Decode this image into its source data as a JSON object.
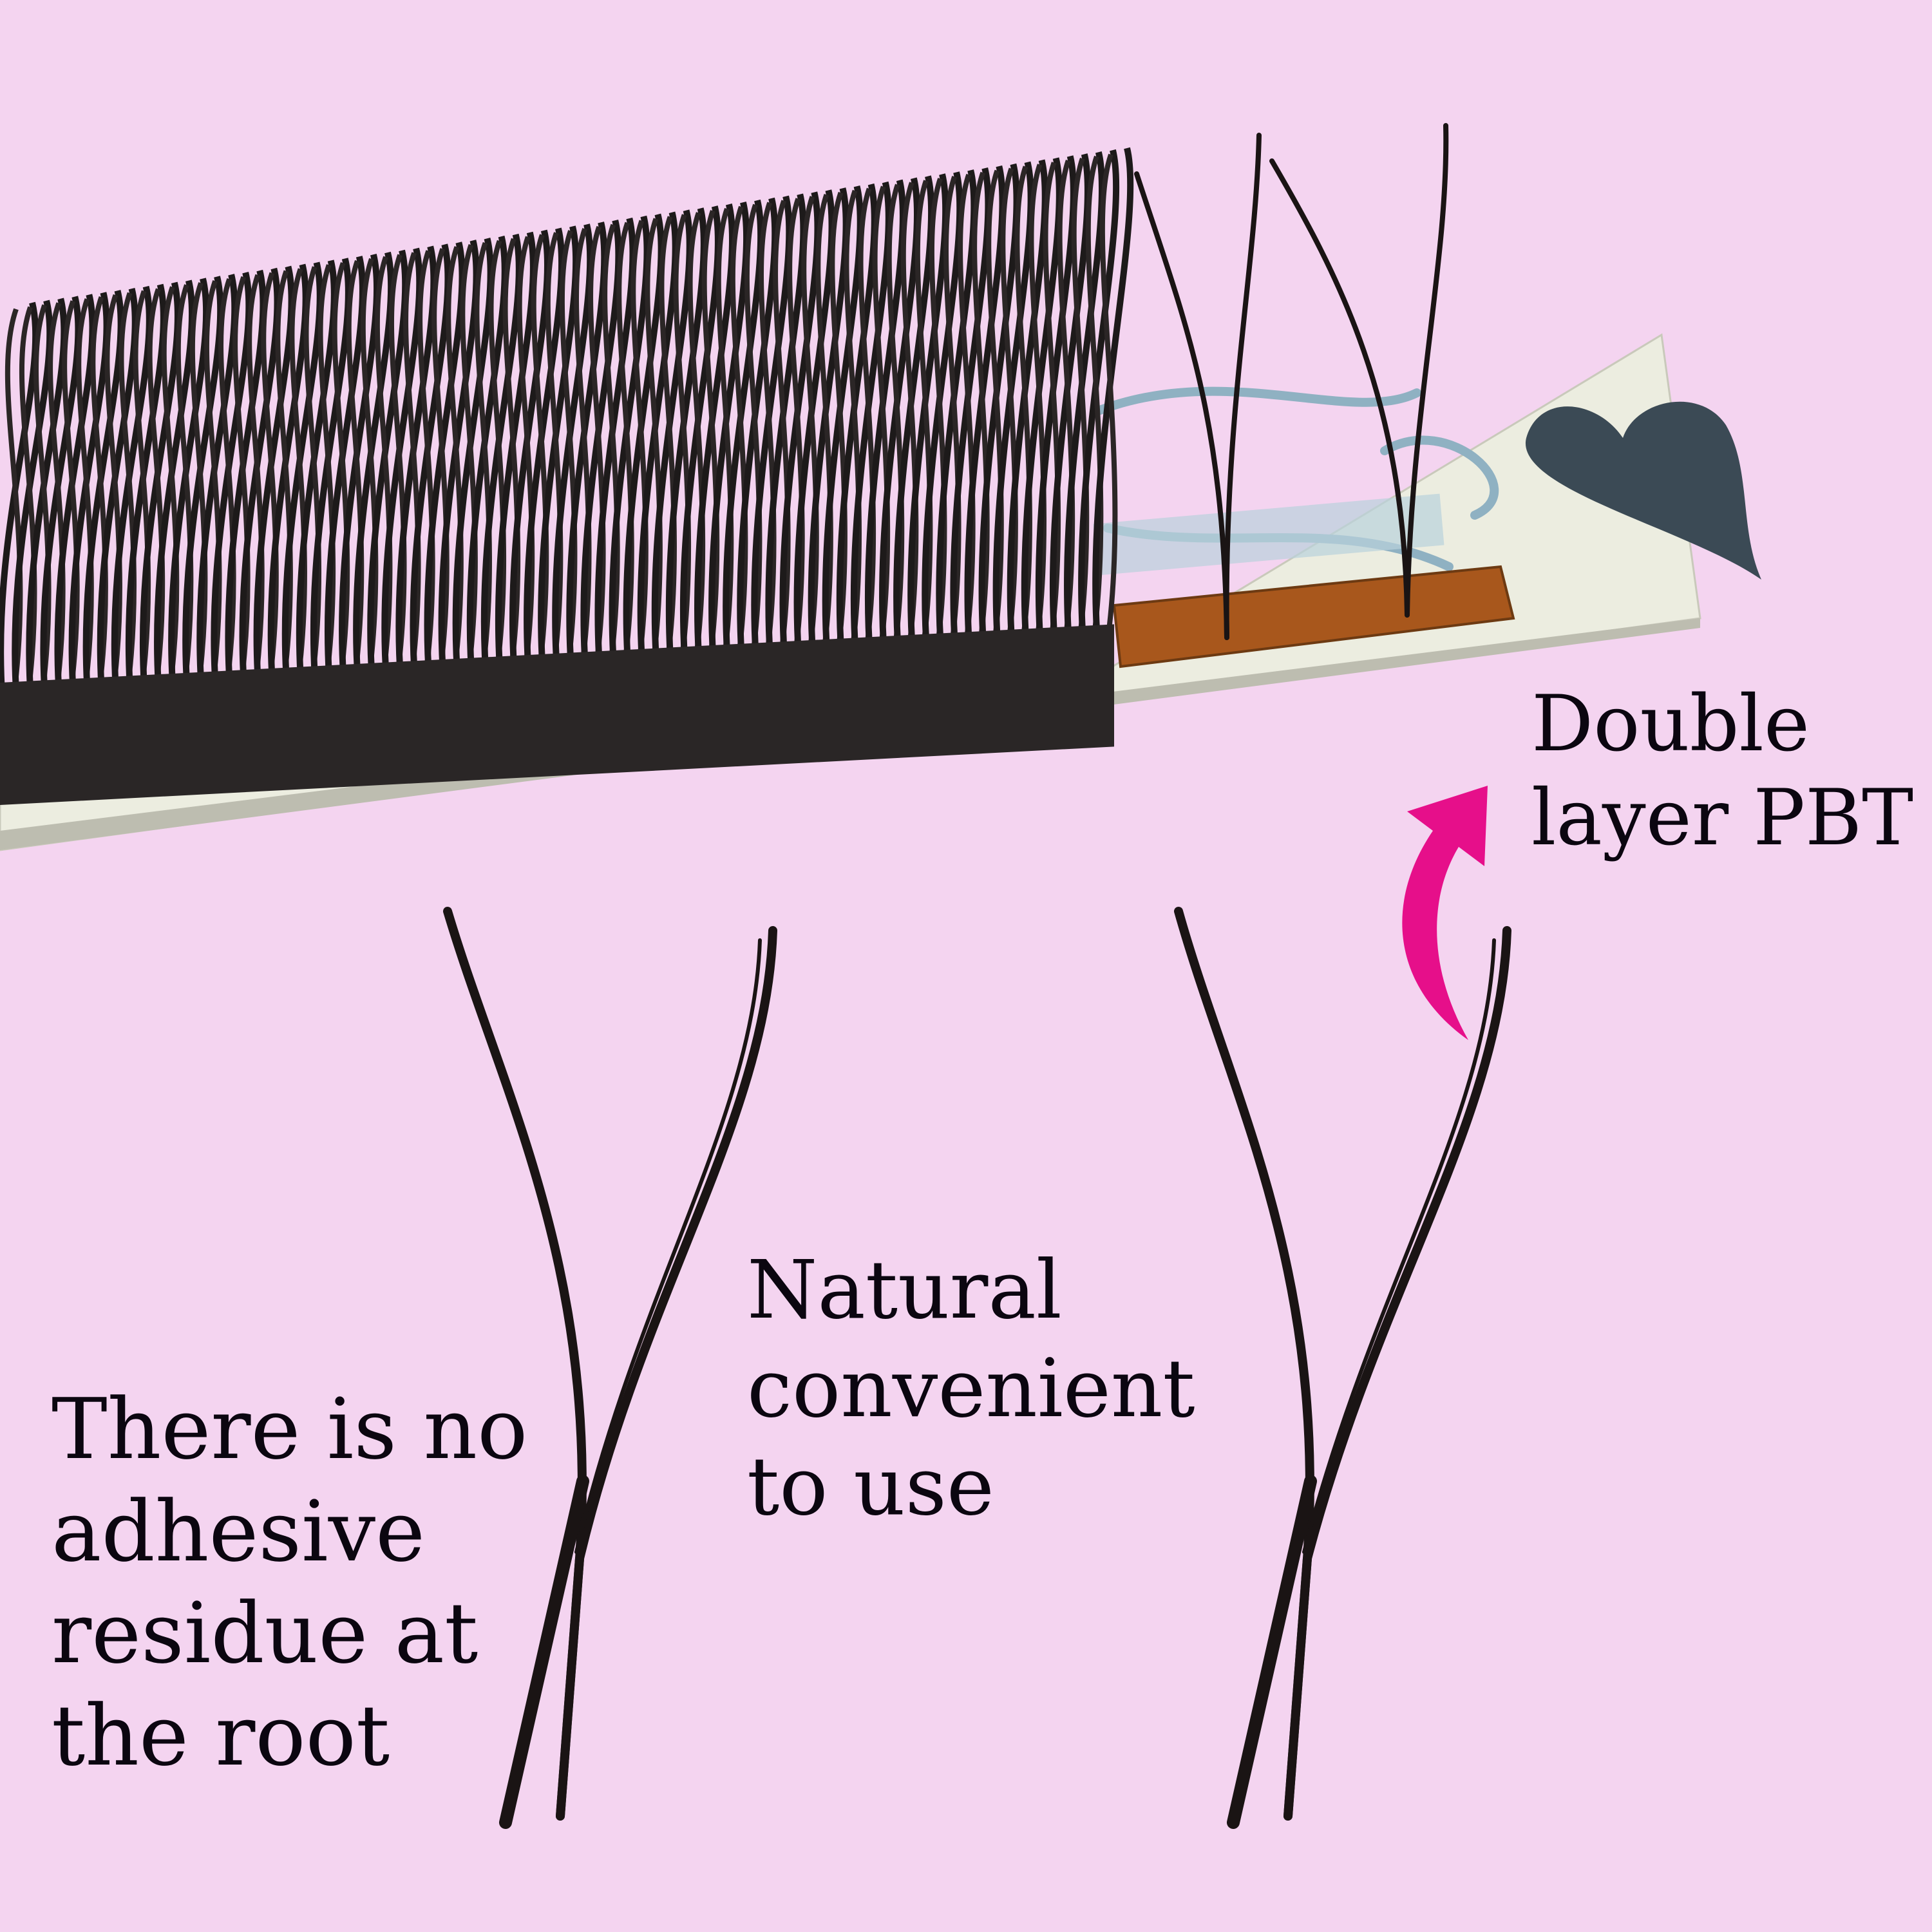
{
  "captions": {
    "pbt": [
      "Double",
      "layer PBT"
    ],
    "natural": [
      "Natural",
      "convenient",
      "to use"
    ],
    "residue": [
      "There is no",
      "adhesive",
      "residue at",
      "the root"
    ]
  },
  "colors": {
    "background": "#f4d4f0",
    "arrow": "#e60f8a",
    "lash": "#1a1414",
    "strip": "#ecede0",
    "tape": "#a8571c",
    "heart": "#3b4a55"
  },
  "icons": {
    "arrow": "curved-arrow-icon",
    "heart": "heart-icon"
  }
}
